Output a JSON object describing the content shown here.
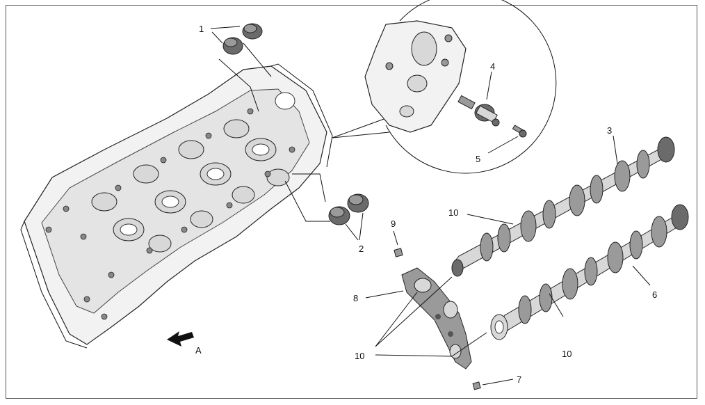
{
  "callouts": {
    "c1": "1",
    "c2": "2",
    "c3": "3",
    "c4": "4",
    "c5": "5",
    "c6": "6",
    "c7": "7",
    "c8": "8",
    "c9": "9",
    "c10a": "10",
    "c10b": "10",
    "c10c": "10"
  },
  "direction_label": "A"
}
